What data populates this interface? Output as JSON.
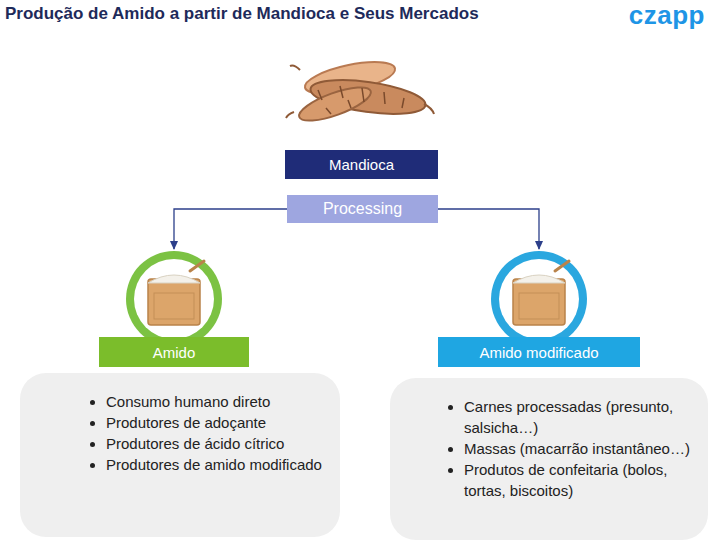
{
  "diagram": {
    "title": "Produção de Amido a partir de Mandioca e Seus Mercados",
    "nodes": [
      {
        "text": [
          "Mandioca"
        ]
      },
      {
        "text": [
          "Processing"
        ]
      },
      {
        "text": [
          "Amido"
        ]
      },
      {
        "text": [
          "Amido modificado"
        ]
      },
      {
        "text": [
          "Consumo humano direto",
          "Produtores de adoçante",
          "Produtores de ácido cítrico",
          "Produtores de amido modificado"
        ]
      },
      {
        "text": [
          "Carnes processadas (presunto, salsicha…)",
          "Massas (macarrão instantâneo…)",
          "Produtos de confeitaria (bolos, tortas, biscoitos)"
        ]
      }
    ],
    "edges": [
      {
        "from": 1,
        "to": 2,
        "arrow": "to"
      },
      {
        "from": 1,
        "to": 3,
        "arrow": "to"
      }
    ],
    "labels": [
      "czapp"
    ]
  }
}
